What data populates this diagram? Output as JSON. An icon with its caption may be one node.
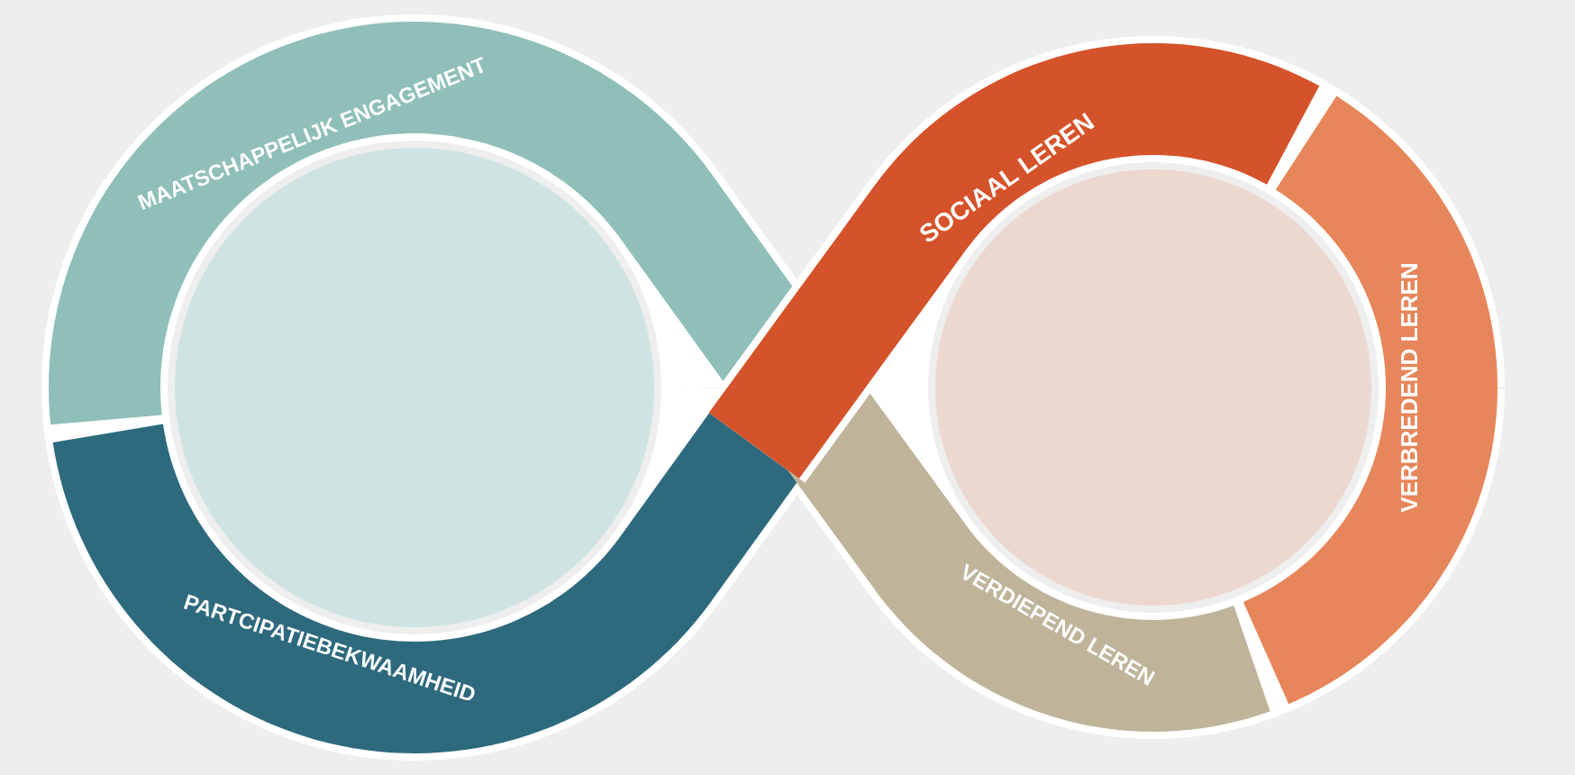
{
  "diagram": {
    "nodes": [
      {
        "text": [
          "MAATSCHAPPELIJK ENGAGEMENT"
        ]
      },
      {
        "text": [
          "PARTCIPATIEBEKWAAMHEID"
        ]
      },
      {
        "text": [
          "SOCIAAL LEREN"
        ]
      },
      {
        "text": [
          "VERBREDEND LEREN"
        ]
      },
      {
        "text": [
          "VERDIEPEND LEREN"
        ]
      },
      {
        "text": [],
        "shape": "circle"
      },
      {
        "text": [],
        "shape": "circle"
      }
    ]
  }
}
